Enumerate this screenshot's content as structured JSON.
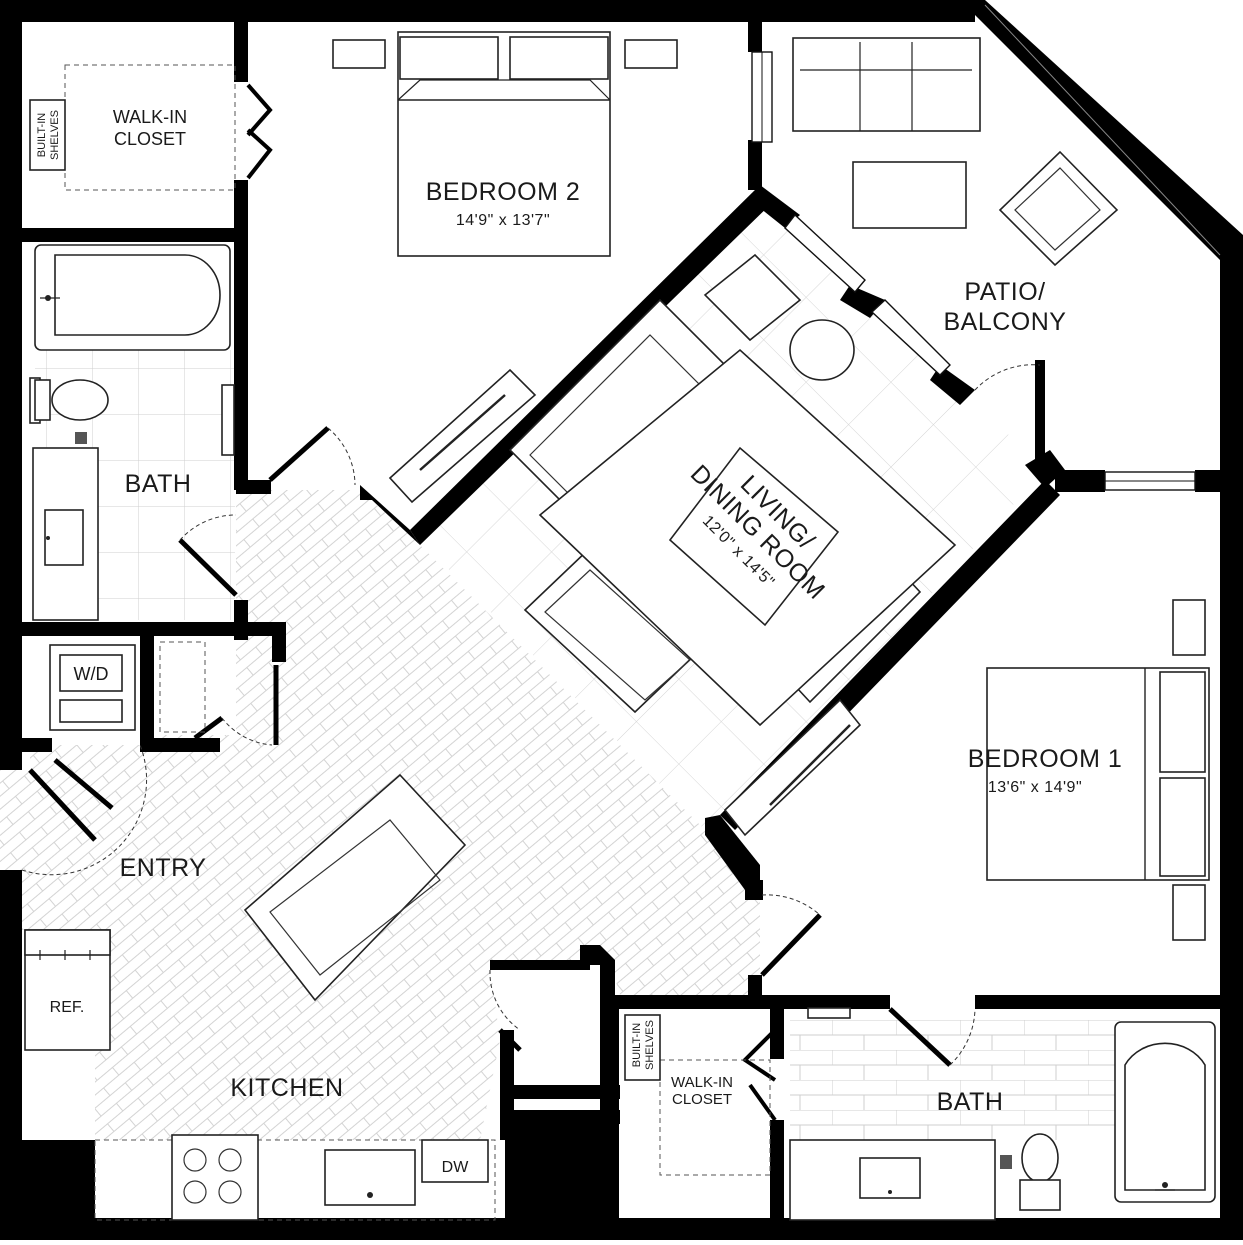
{
  "rooms": {
    "bedroom2": {
      "name": "BEDROOM 2",
      "dims": "14'9\" x 13'7\""
    },
    "bedroom1": {
      "name": "BEDROOM 1",
      "dims": "13'6\" x 14'9\""
    },
    "living": {
      "line1": "LIVING/",
      "line2": "DINING ROOM",
      "dims": "12'0\" x 14'5\""
    },
    "patio": {
      "line1": "PATIO/",
      "line2": "BALCONY"
    },
    "bath_upper": {
      "name": "BATH"
    },
    "bath_lower": {
      "name": "BATH"
    },
    "entry": {
      "name": "ENTRY"
    },
    "kitchen": {
      "name": "KITCHEN"
    },
    "closet_upper": {
      "line1": "WALK-IN",
      "line2": "CLOSET"
    },
    "closet_lower": {
      "line1": "WALK-IN",
      "line2": "CLOSET"
    }
  },
  "fixtures": {
    "built_in_upper": {
      "line1": "BUILT-IN",
      "line2": "SHELVES"
    },
    "built_in_lower": {
      "line1": "BUILT-IN",
      "line2": "SHELVES"
    },
    "washer_dryer": "W/D",
    "refrigerator": "REF.",
    "dishwasher": "DW"
  },
  "colors": {
    "wall": "#000000",
    "line": "#222222",
    "tile": "#cfcfcf",
    "background": "#ffffff"
  }
}
